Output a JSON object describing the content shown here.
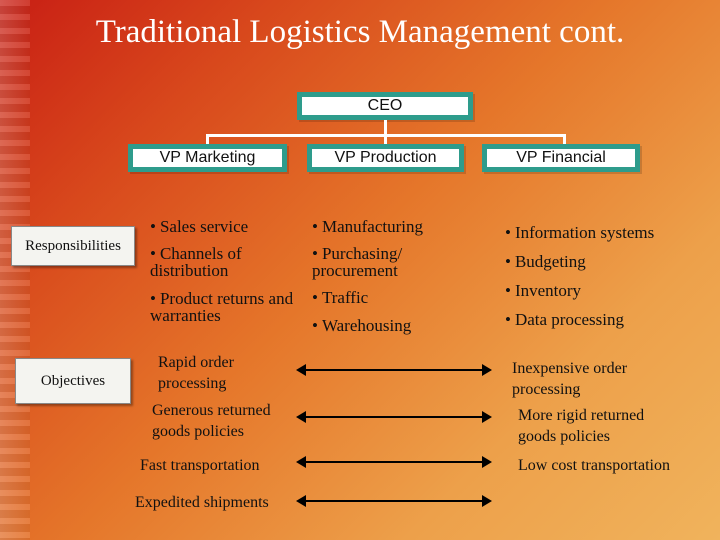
{
  "title": "Traditional Logistics Management cont.",
  "org": {
    "ceo": "CEO",
    "vps": [
      "VP Marketing",
      "VP Production",
      "VP Financial"
    ]
  },
  "labels": {
    "responsibilities": "Responsibilities",
    "objectives": "Objectives"
  },
  "responsibilities": {
    "marketing": [
      "Sales service",
      "Channels of distribution",
      "Product returns and warranties"
    ],
    "production": [
      "Manufacturing",
      "Purchasing/ procurement",
      "Traffic",
      "Warehousing"
    ],
    "financial": [
      "Information systems",
      "Budgeting",
      "Inventory",
      "Data processing"
    ]
  },
  "objectives": {
    "left": [
      "Rapid order processing",
      "Generous returned goods policies",
      "Fast transportation",
      "Expedited shipments"
    ],
    "right": [
      "Inexpensive order processing",
      "More rigid returned goods policies",
      "Low cost transportation"
    ]
  },
  "colors": {
    "box_border": "#2e9c8c",
    "title_text": "#ffffff"
  }
}
